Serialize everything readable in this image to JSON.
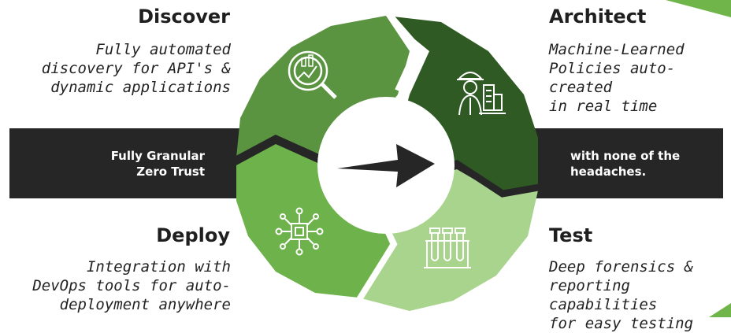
{
  "colors": {
    "band": "#262626",
    "discover": "#5a9440",
    "architect": "#2f5a23",
    "deploy": "#6db24a",
    "test": "#a9d48e",
    "accent": "#6fb54a"
  },
  "band": {
    "left_line1": "Fully Granular",
    "left_line2": "Zero Trust",
    "right_line1": "with none of the",
    "right_line2": "headaches."
  },
  "stages": {
    "discover": {
      "title": "Discover",
      "lines": [
        "Fully automated",
        "discovery for API's &",
        "dynamic applications"
      ],
      "icon": "search-analytics-icon"
    },
    "architect": {
      "title": "Architect",
      "lines": [
        "Machine-Learned",
        "Policies auto-created",
        "in real time"
      ],
      "icon": "engineer-icon"
    },
    "deploy": {
      "title": "Deploy",
      "lines": [
        "Integration with",
        "DevOps tools for auto-",
        "deployment anywhere"
      ],
      "icon": "chip-circuit-icon"
    },
    "test": {
      "title": "Test",
      "lines": [
        "Deep forensics &",
        "reporting capabilities",
        "for easy testing"
      ],
      "icon": "test-tubes-icon"
    }
  },
  "center": {
    "icon": "arrow-right-icon"
  }
}
